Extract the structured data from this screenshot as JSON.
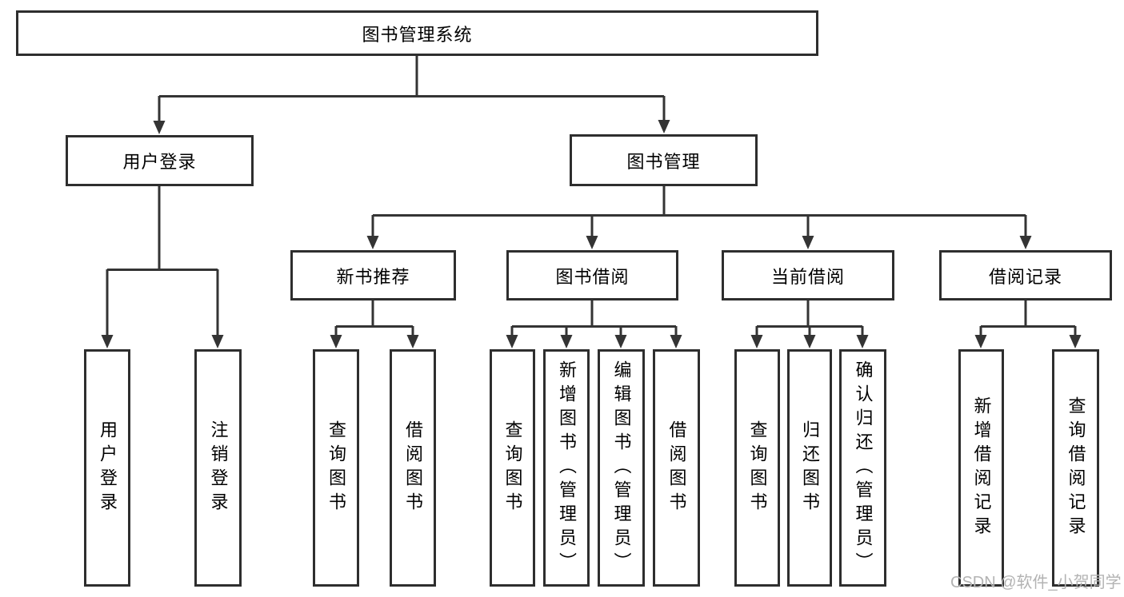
{
  "tree": {
    "label": "图书管理系统",
    "children": [
      {
        "label": "用户登录",
        "children": [
          {
            "label": "用户登录"
          },
          {
            "label": "注销登录"
          }
        ]
      },
      {
        "label": "图书管理",
        "children": [
          {
            "label": "新书推荐",
            "children": [
              {
                "label": "查询图书"
              },
              {
                "label": "借阅图书"
              }
            ]
          },
          {
            "label": "图书借阅",
            "children": [
              {
                "label": "查询图书"
              },
              {
                "label": "新增图书（管理员）"
              },
              {
                "label": "编辑图书（管理员）"
              },
              {
                "label": "借阅图书"
              }
            ]
          },
          {
            "label": "当前借阅",
            "children": [
              {
                "label": "查询图书"
              },
              {
                "label": "归还图书"
              },
              {
                "label": "确认归还（管理员）"
              }
            ]
          },
          {
            "label": "借阅记录",
            "children": [
              {
                "label": "新增借阅记录"
              },
              {
                "label": "查询借阅记录"
              }
            ]
          }
        ]
      }
    ]
  },
  "watermark": {
    "text": "CSDN @软件_小贺同学"
  },
  "colors": {
    "line": "#343434",
    "border": "#2e2e2e",
    "text": "#000000",
    "watermark": "#b3b3b3",
    "bg": "#ffffff"
  }
}
